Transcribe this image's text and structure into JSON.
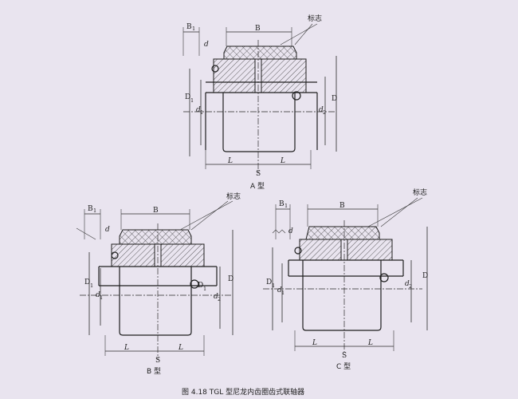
{
  "caption": "图 4.18   TGL 型尼龙内齿圈齿式联轴器",
  "mark_label": "标志",
  "dims": {
    "B": "B",
    "B1": "B",
    "B1_sub": "1",
    "d": "d",
    "D": "D",
    "D1": "D",
    "D1_sub": "1",
    "d1": "d",
    "d1_sub": "1",
    "d2": "d",
    "d2_sub": "2",
    "L": "L",
    "S": "S"
  },
  "views": [
    {
      "id": "A",
      "label": "A 型"
    },
    {
      "id": "B",
      "label": "B 型"
    },
    {
      "id": "C",
      "label": "C 型"
    }
  ]
}
